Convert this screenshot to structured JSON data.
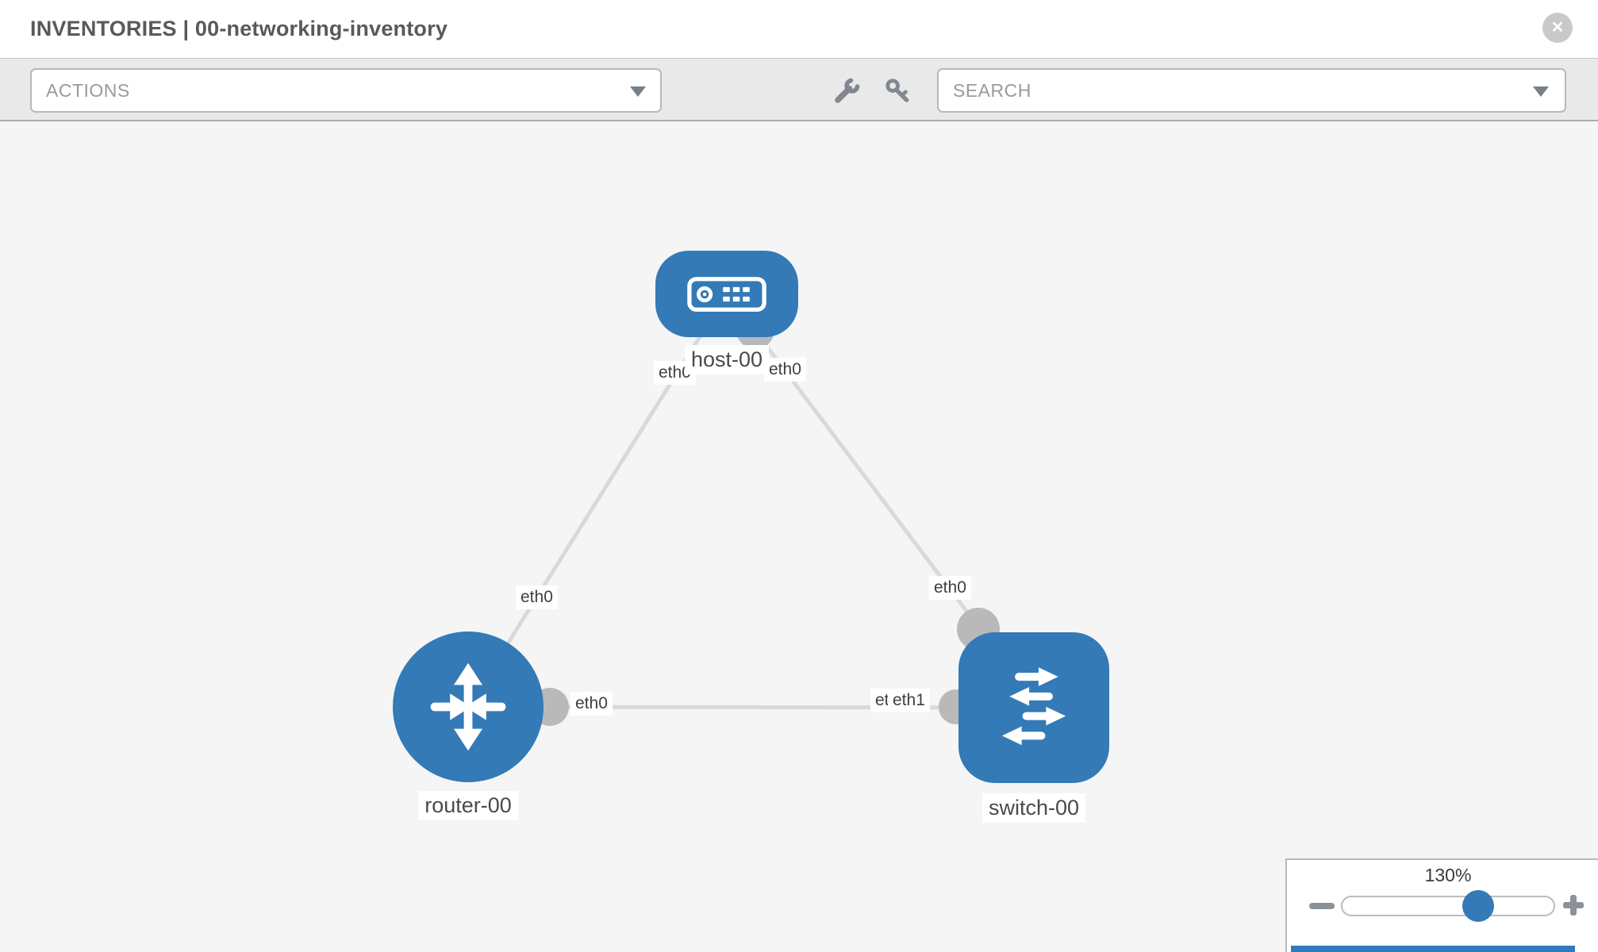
{
  "header": {
    "title": "INVENTORIES | 00-networking-inventory",
    "close_icon": "circle-x"
  },
  "toolbar": {
    "actions_label": "ACTIONS",
    "search_placeholder": "SEARCH",
    "icons": [
      "wrench-icon",
      "key-icon"
    ]
  },
  "topology": {
    "nodes": [
      {
        "id": "host-00",
        "type": "host",
        "label": "host-00",
        "icon": "server-icon"
      },
      {
        "id": "router-00",
        "type": "router",
        "label": "router-00",
        "icon": "router-arrows-icon"
      },
      {
        "id": "switch-00",
        "type": "switch",
        "label": "switch-00",
        "icon": "switch-arrows-icon"
      }
    ],
    "links": [
      {
        "from": "host-00",
        "to": "router-00",
        "from_interface": "eth0",
        "to_interface": "eth0"
      },
      {
        "from": "host-00",
        "to": "switch-00",
        "from_interface": "eth0",
        "to_interface": "eth0"
      },
      {
        "from": "router-00",
        "to": "switch-00",
        "from_interface": "eth0",
        "to_interface": "eth1"
      }
    ],
    "interface_chips": [
      {
        "text": "eth0"
      },
      {
        "text": "eth0"
      },
      {
        "text": "eth0"
      },
      {
        "text": "eth0"
      },
      {
        "text": "eth0"
      },
      {
        "text": "eth0"
      },
      {
        "text": "eth1"
      }
    ]
  },
  "zoom_control": {
    "level": "130%"
  },
  "colors": {
    "node_blue": "#337ab7",
    "link_gray": "#d9d9d9",
    "interface_gray": "#b9b9b9",
    "toolbar_bg": "#e9e9e9",
    "canvas_bg": "#f5f5f5",
    "accent_bar": "#2f7abf"
  }
}
